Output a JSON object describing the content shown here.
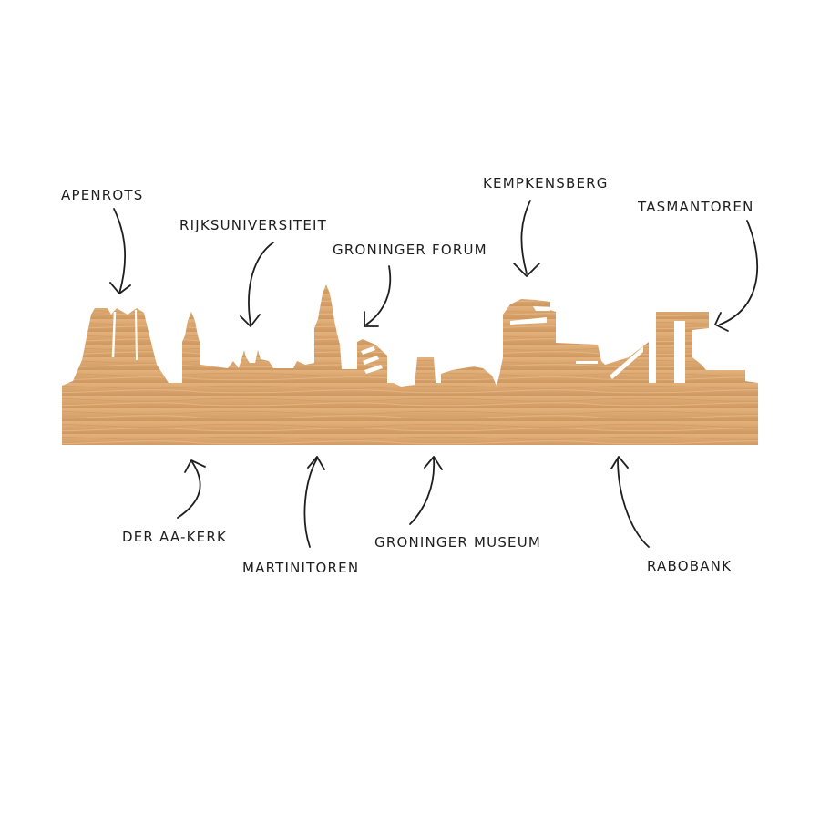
{
  "colors": {
    "wood_base": "#d9a46e",
    "wood_light": "#e8bd8a",
    "wood_dark": "#c48a52",
    "ink": "#1e1e1e",
    "background": "#ffffff"
  },
  "labels": {
    "apenrots": "APENROTS",
    "rijksuniversiteit": "RIJKSUNIVERSITEIT",
    "groninger_forum": "GRONINGER FORUM",
    "kempkensberg": "KEMPKENSBERG",
    "tasmantoren": "TASMANTOREN",
    "der_aa_kerk": "DER AA-KERK",
    "martinitoren": "MARTINITOREN",
    "groninger_museum": "GRONINGER MUSEUM",
    "rabobank": "RABOBANK"
  }
}
